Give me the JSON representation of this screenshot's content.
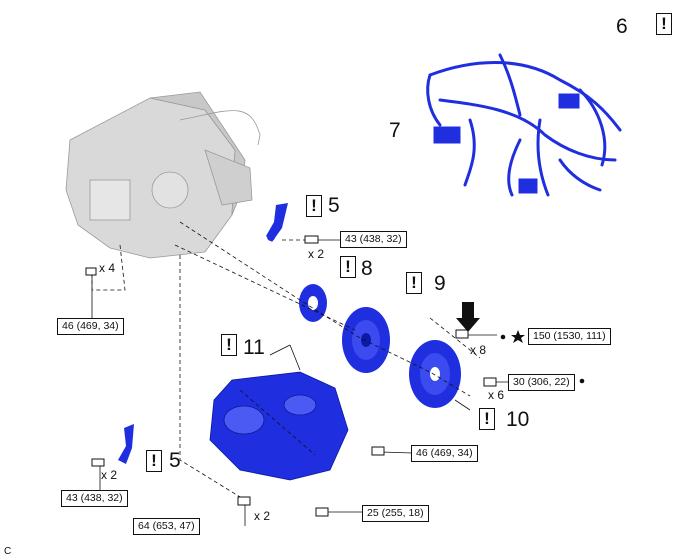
{
  "parts": {
    "p5_top": "5",
    "p5_bottom": "5",
    "p6": "6",
    "p7": "7",
    "p8": "8",
    "p9": "9",
    "p10": "10",
    "p11": "11"
  },
  "torque_specs": {
    "t_43_top": "43 (438, 32)",
    "t_46_left": "46 (469, 34)",
    "t_150": "150 (1530, 111)",
    "t_30": "30 (306, 22)",
    "t_46_right": "46 (469, 34)",
    "t_43_bottom": "43 (438, 32)",
    "t_64": "64 (653, 47)",
    "t_25": "25 (255, 18)"
  },
  "quantities": {
    "q_x4": "x 4",
    "q_x2_top": "x 2",
    "q_x8": "x 8",
    "q_x6": "x 6",
    "q_x2_bottom": "x 2",
    "q_x2_lower": "x 2"
  },
  "warning_symbol": "!",
  "corner_code": "C",
  "colors": {
    "component_blue": "#1f2fe0",
    "engine_gray": "#d6d6d6",
    "line": "#111111"
  },
  "icons": [
    "caution-icon",
    "bolt-icon",
    "star-icon",
    "dot-icon",
    "arrow-icon"
  ]
}
